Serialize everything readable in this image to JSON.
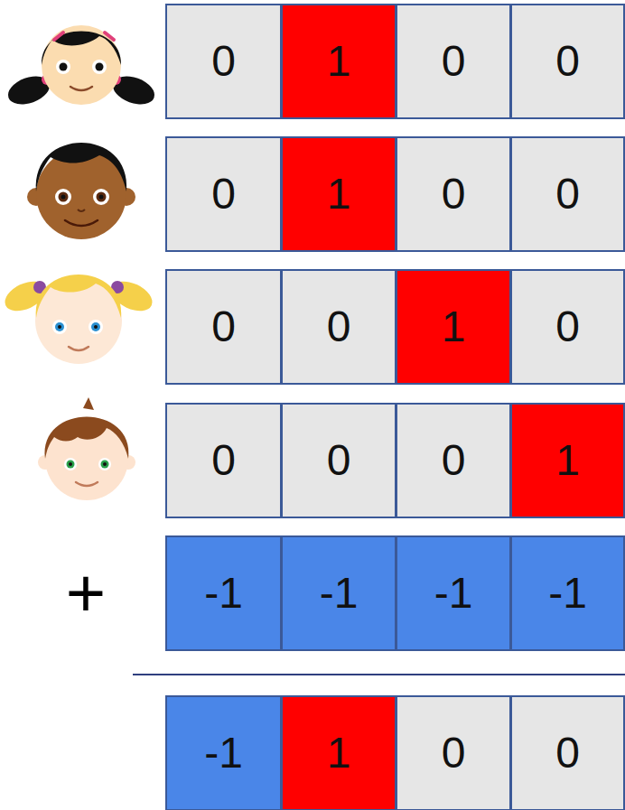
{
  "diagram": {
    "nodes": [
      {
        "text": [
          "0"
        ]
      },
      {
        "text": [
          "1"
        ]
      },
      {
        "text": [
          "0"
        ]
      },
      {
        "text": [
          "0"
        ]
      },
      {
        "text": [
          "0"
        ]
      },
      {
        "text": [
          "1"
        ]
      },
      {
        "text": [
          "0"
        ]
      },
      {
        "text": [
          "0"
        ]
      },
      {
        "text": [
          "0"
        ]
      },
      {
        "text": [
          "0"
        ]
      },
      {
        "text": [
          "1"
        ]
      },
      {
        "text": [
          "0"
        ]
      },
      {
        "text": [
          "0"
        ]
      },
      {
        "text": [
          "0"
        ]
      },
      {
        "text": [
          "0"
        ]
      },
      {
        "text": [
          "1"
        ]
      },
      {
        "text": [
          "-1"
        ]
      },
      {
        "text": [
          "-1"
        ]
      },
      {
        "text": [
          "-1"
        ]
      },
      {
        "text": [
          "-1"
        ]
      },
      {
        "text": [
          "-1"
        ]
      },
      {
        "text": [
          "1"
        ]
      },
      {
        "text": [
          "0"
        ]
      },
      {
        "text": [
          "0"
        ]
      }
    ],
    "labels": [
      "+"
    ]
  }
}
